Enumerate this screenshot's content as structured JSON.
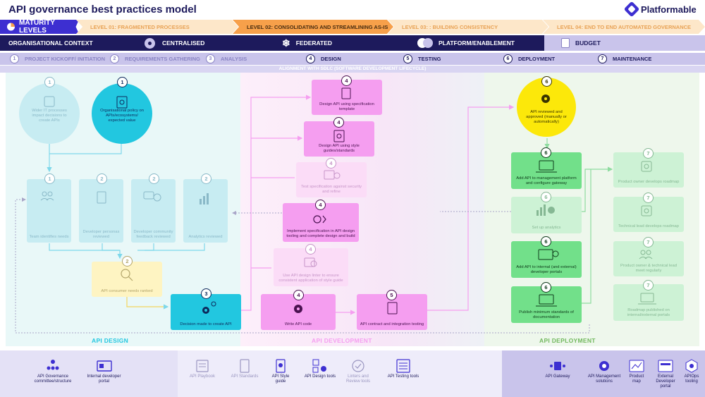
{
  "title": "API governance best practices model",
  "brand": "Platformable",
  "maturity": {
    "label": "MATURITY LEVELS",
    "levels": [
      "LEVEL 01: FRAGMENTED PROCESSES",
      "LEVEL 02: CONSOLIDATING AND STREAMLINING AS-IS",
      "LEVEL 03: : BUILDING CONSISTENCY",
      "LEVEL 04: END TO END AUTOMATED GOVERNANCE"
    ]
  },
  "context": {
    "label": "ORGANISATIONAL CONTEXT",
    "items": [
      "CENTRALISED",
      "FEDERATED",
      "PLATFORM/ENABLEMENT"
    ],
    "budget": "BUDGET"
  },
  "phases": [
    {
      "num": "1",
      "label": "PROJECT KICKOFF/ INITIATION"
    },
    {
      "num": "2",
      "label": "REQUIREMENTS GATHERING"
    },
    {
      "num": "3",
      "label": "ANALYSIS"
    },
    {
      "num": "4",
      "label": "DESIGN"
    },
    {
      "num": "5",
      "label": "TESTING"
    },
    {
      "num": "6",
      "label": "DEPLOYMENT"
    },
    {
      "num": "7",
      "label": "MAINTENANCE"
    }
  ],
  "alignment": "ALIGNMENT WITH SDLC (SOFTWARE DEVELOPMENT LIFECYCLE)",
  "sections": {
    "design": "API DESIGN",
    "development": "API DEVELOPMENT",
    "deployment": "API DEPLOYMENT"
  },
  "nodes": {
    "wider_it": {
      "num": "1",
      "text": "Wider IT processes impact decisions to create APIs"
    },
    "org_policy": {
      "num": "1",
      "text": "Organisational policy on APIs/ecosystems/ expected value"
    },
    "team_needs": {
      "num": "1",
      "text": "Team identifies needs"
    },
    "dev_personas": {
      "num": "2",
      "text": "Developer personas reviewed"
    },
    "dev_feedback": {
      "num": "2",
      "text": "Developer community feedback reviewed"
    },
    "analytics": {
      "num": "2",
      "text": "Analytics reviewed"
    },
    "consumer_needs": {
      "num": "2",
      "text": "API consumer needs ranked"
    },
    "decision": {
      "num": "3",
      "text": "Decision made to create API"
    },
    "design_template": {
      "num": "4",
      "text": "Design API using specification template"
    },
    "design_style": {
      "num": "4",
      "text": "Design API using style guides/standards"
    },
    "test_spec": {
      "num": "4",
      "text": "Test specification against security and refine"
    },
    "implement_spec": {
      "num": "4",
      "text": "Implement specification in API design tooling and complete design and build"
    },
    "linter": {
      "num": "4",
      "text": "Use API design linter to ensure consistent application of style guide"
    },
    "write_code": {
      "num": "4",
      "text": "Write API code"
    },
    "contract_test": {
      "num": "5",
      "text": "API contract and integration testing"
    },
    "reviewed": {
      "num": "6",
      "text": "API reviewed and approved (manually or automatically)"
    },
    "add_mgmt": {
      "num": "6",
      "text": "Add API to management platform and configure gateway"
    },
    "setup_analytics": {
      "num": "6",
      "text": "Set up analytics"
    },
    "add_portal": {
      "num": "6",
      "text": "Add API to internal (and external) developer portals"
    },
    "publish_docs": {
      "num": "6",
      "text": "Publish minimum standards of documentation"
    },
    "owner_roadmap": {
      "num": "7",
      "text": "Product owner develops roadmap"
    },
    "tech_roadmap": {
      "num": "7",
      "text": "Technical lead develops roadmap"
    },
    "owner_tech_meet": {
      "num": "7",
      "text": "Product owner & technical lead meet regularly"
    },
    "roadmap_published": {
      "num": "7",
      "text": "Roadmap published on internal/external portals"
    }
  },
  "tools": [
    {
      "label": "API Governance committee/structure",
      "active": true
    },
    {
      "label": "Internal developer portal",
      "active": true
    },
    {
      "label": "API Playbook",
      "active": false
    },
    {
      "label": "API Standards",
      "active": false
    },
    {
      "label": "API Style guide",
      "active": true
    },
    {
      "label": "API Design tools",
      "active": true
    },
    {
      "label": "Linters and Review tools",
      "active": false
    },
    {
      "label": "API Testing tools",
      "active": true
    },
    {
      "label": "API Gateway",
      "active": true
    },
    {
      "label": "API Management solutions",
      "active": true
    },
    {
      "label": "Product map",
      "active": true
    },
    {
      "label": "External Developer portal",
      "active": true
    },
    {
      "label": "APIOps tooling",
      "active": true
    }
  ],
  "colors": {
    "navy": "#1d1a5c",
    "indigo": "#3d2fd1",
    "orange": "#f7a04a",
    "cyan": "#22c7e0",
    "pink": "#f59ef0",
    "yellow": "#fce80a",
    "green": "#72e08a"
  }
}
